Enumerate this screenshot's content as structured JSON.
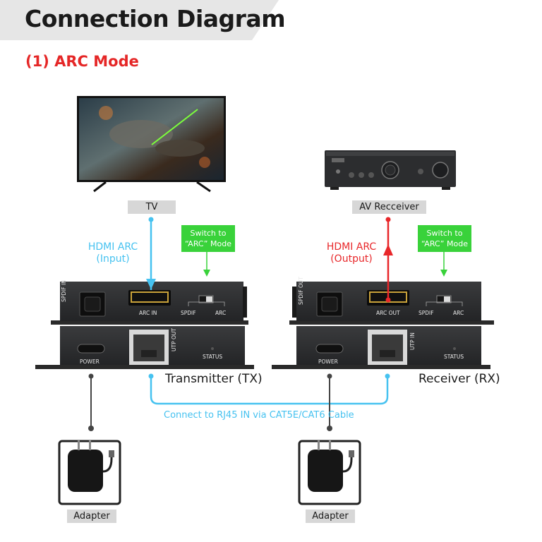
{
  "header": {
    "title": "Connection Diagram",
    "section": "(1) ARC Mode"
  },
  "left": {
    "tv_label": "TV",
    "hdmi_line1": "HDMI ARC",
    "hdmi_line2": "(Input)",
    "switch_line1": "Switch to",
    "switch_line2": "“ARC” Mode",
    "port_spdif": "SPDIF IN",
    "port_arc": "ARC IN",
    "switch_spdif": "SPDIF",
    "switch_arc": "ARC",
    "power": "POWER",
    "utp": "UTP OUT",
    "status": "STATUS",
    "device_label": "Transmitter (TX)",
    "adapter": "Adapter"
  },
  "right": {
    "receiver_label": "AV Recceiver",
    "hdmi_line1": "HDMI ARC",
    "hdmi_line2": "(Output)",
    "switch_line1": "Switch to",
    "switch_line2": "“ARC” Mode",
    "port_spdif": "SPDIF OUT",
    "port_arc": "ARC OUT",
    "switch_spdif": "SPDIF",
    "switch_arc": "ARC",
    "power": "POWER",
    "utp": "UTP IN",
    "status": "STATUS",
    "device_label": "Receiver (RX)",
    "adapter": "Adapter"
  },
  "cable": {
    "text": "Connect to RJ45 IN via CAT5E/CAT6 Cable"
  },
  "colors": {
    "blue": "#46c2f0",
    "red": "#e8272a",
    "green": "#39d23a",
    "title_red": "#e52727"
  }
}
